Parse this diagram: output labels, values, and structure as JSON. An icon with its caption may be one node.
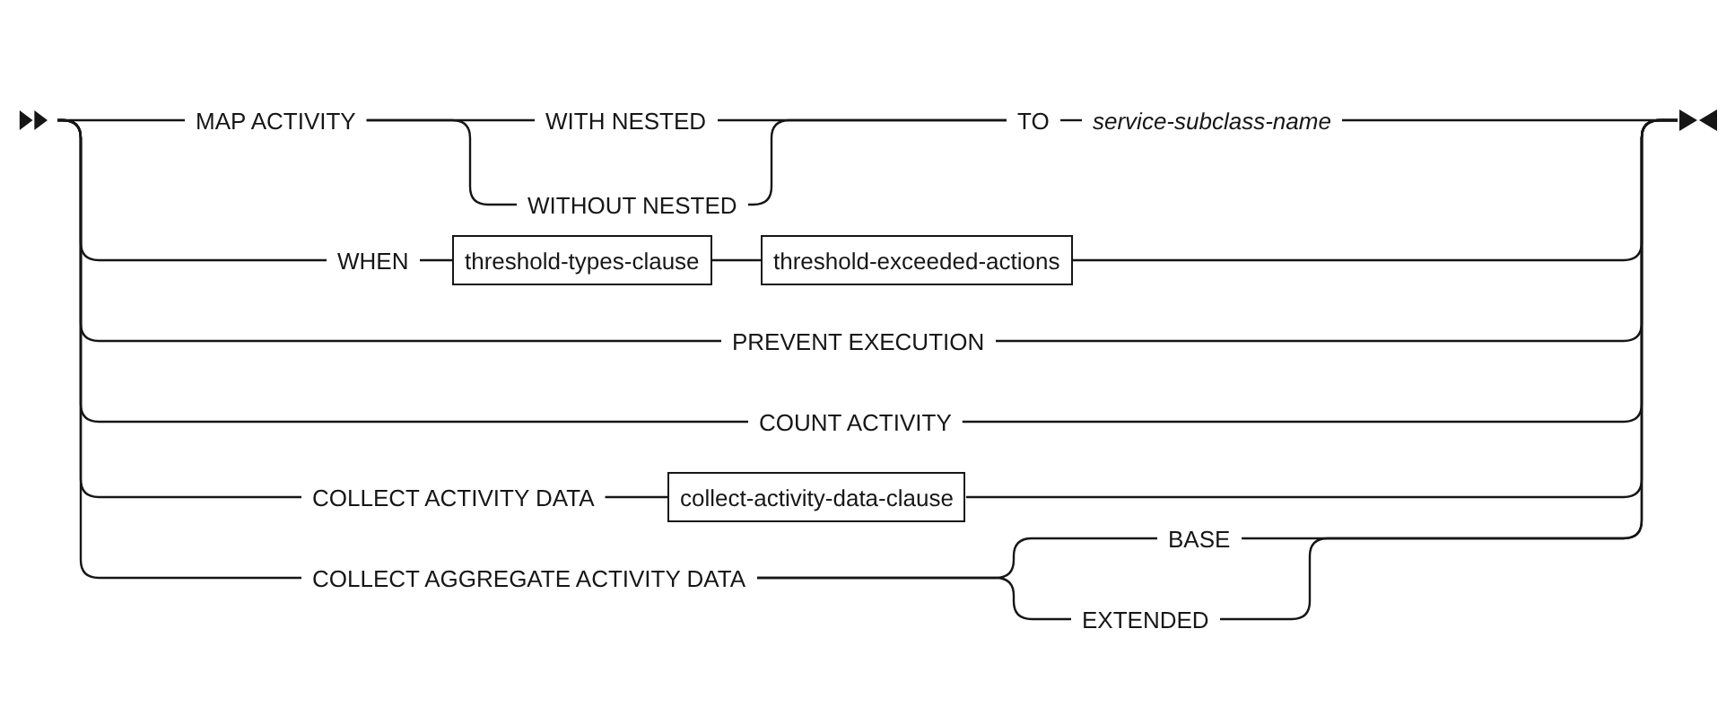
{
  "diagram": {
    "nodes": [
      {
        "text": [],
        "shape": "arrow"
      },
      {
        "text": [
          "MAP ACTIVITY"
        ]
      },
      {
        "text": [
          "WITH NESTED"
        ]
      },
      {
        "text": [
          "WITHOUT NESTED"
        ]
      },
      {
        "text": [
          "TO"
        ]
      },
      {
        "text": [
          "service-subclass-name"
        ]
      },
      {
        "text": [
          "WHEN"
        ]
      },
      {
        "text": [
          "threshold-types-clause"
        ]
      },
      {
        "text": [
          "threshold-exceeded-actions"
        ]
      },
      {
        "text": [
          "PREVENT EXECUTION"
        ]
      },
      {
        "text": [
          "COUNT ACTIVITY"
        ]
      },
      {
        "text": [
          "COLLECT ACTIVITY DATA"
        ]
      },
      {
        "text": [
          "collect-activity-data-clause"
        ]
      },
      {
        "text": [
          "COLLECT AGGREGATE ACTIVITY DATA"
        ]
      },
      {
        "text": [
          "BASE"
        ]
      },
      {
        "text": [
          "EXTENDED"
        ]
      },
      {
        "text": [],
        "shape": "arrow"
      }
    ],
    "edges": [
      {
        "from": 0,
        "to": 1,
        "arrow": "none"
      },
      {
        "from": 0,
        "to": 6,
        "arrow": "none"
      },
      {
        "from": 0,
        "to": 9,
        "arrow": "none"
      },
      {
        "from": 0,
        "to": 10,
        "arrow": "none"
      },
      {
        "from": 0,
        "to": 11,
        "arrow": "none"
      },
      {
        "from": 0,
        "to": 13,
        "arrow": "none"
      },
      {
        "from": 1,
        "to": 2,
        "arrow": "none"
      },
      {
        "from": 1,
        "to": 3,
        "arrow": "none"
      },
      {
        "from": 2,
        "to": 4,
        "arrow": "none"
      },
      {
        "from": 3,
        "to": 4,
        "arrow": "none"
      },
      {
        "from": 4,
        "to": 5,
        "arrow": "none"
      },
      {
        "from": 5,
        "to": 16,
        "arrow": "none"
      },
      {
        "from": 6,
        "to": 7,
        "arrow": "none"
      },
      {
        "from": 7,
        "to": 8,
        "arrow": "none"
      },
      {
        "from": 8,
        "to": 16,
        "arrow": "none"
      },
      {
        "from": 9,
        "to": 16,
        "arrow": "none"
      },
      {
        "from": 10,
        "to": 16,
        "arrow": "none"
      },
      {
        "from": 11,
        "to": 12,
        "arrow": "none"
      },
      {
        "from": 12,
        "to": 16,
        "arrow": "none"
      },
      {
        "from": 13,
        "to": 14,
        "arrow": "none"
      },
      {
        "from": 13,
        "to": 15,
        "arrow": "none"
      },
      {
        "from": 14,
        "to": 16,
        "arrow": "none"
      },
      {
        "from": 15,
        "to": 16,
        "arrow": "none"
      }
    ]
  }
}
